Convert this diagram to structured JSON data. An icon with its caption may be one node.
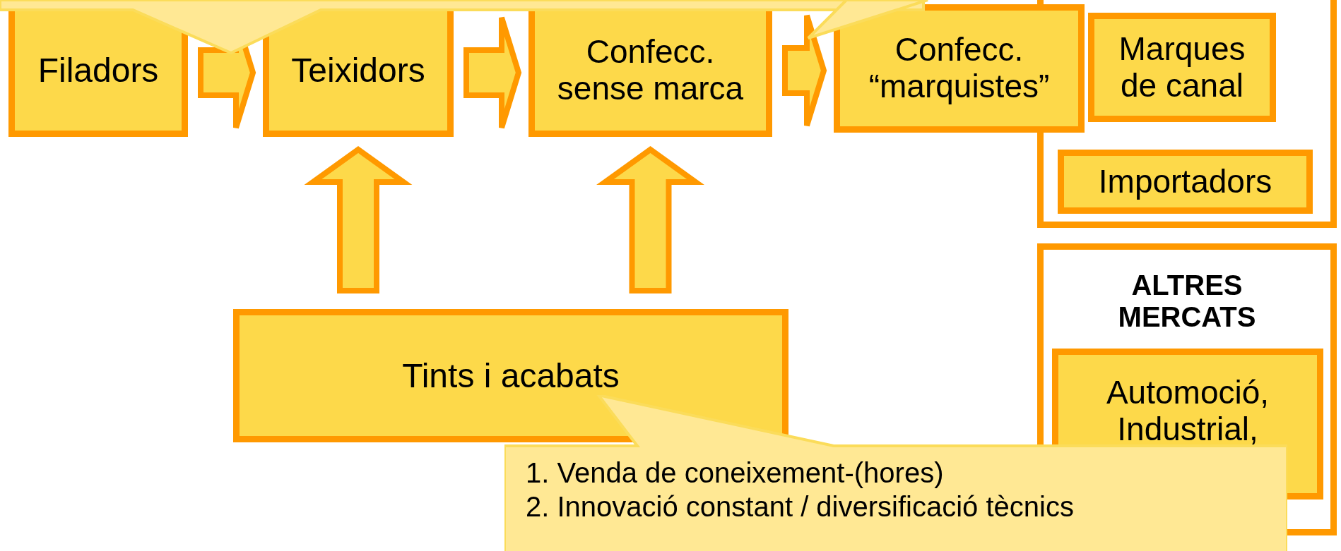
{
  "diagram": {
    "nodes": [
      {
        "text": [
          "Filadors"
        ]
      },
      {
        "text": [
          "Teixidors"
        ]
      },
      {
        "text": [
          "Confecc. sense marca"
        ]
      },
      {
        "text": [
          "Confecc. “marquistes”"
        ]
      },
      {
        "text": [],
        "shape": "box"
      },
      {
        "text": [
          "Marques de canal"
        ],
        "in": 4
      },
      {
        "text": [
          "Importadors"
        ],
        "in": 4
      },
      {
        "text": [
          "ALTRES MERCATS"
        ]
      },
      {
        "text": [
          "Automoció, Industrial,"
        ],
        "in": 7
      },
      {
        "text": [
          "Tints i acabats"
        ]
      },
      {
        "text": [
          "1. Venda de coneixement-(hores)",
          "2. Innovació constant / diversificació tècnics"
        ]
      },
      {
        "text": [],
        "shape": "callout"
      },
      {
        "text": [],
        "shape": "callout"
      }
    ],
    "edges": [
      {
        "from": 0,
        "to": 1,
        "arrow": "to"
      },
      {
        "from": 1,
        "to": 2,
        "arrow": "to"
      },
      {
        "from": 2,
        "to": 3,
        "arrow": "to"
      },
      {
        "from": 9,
        "to": 1,
        "arrow": "to"
      },
      {
        "from": 9,
        "to": 2,
        "arrow": "to"
      }
    ]
  }
}
